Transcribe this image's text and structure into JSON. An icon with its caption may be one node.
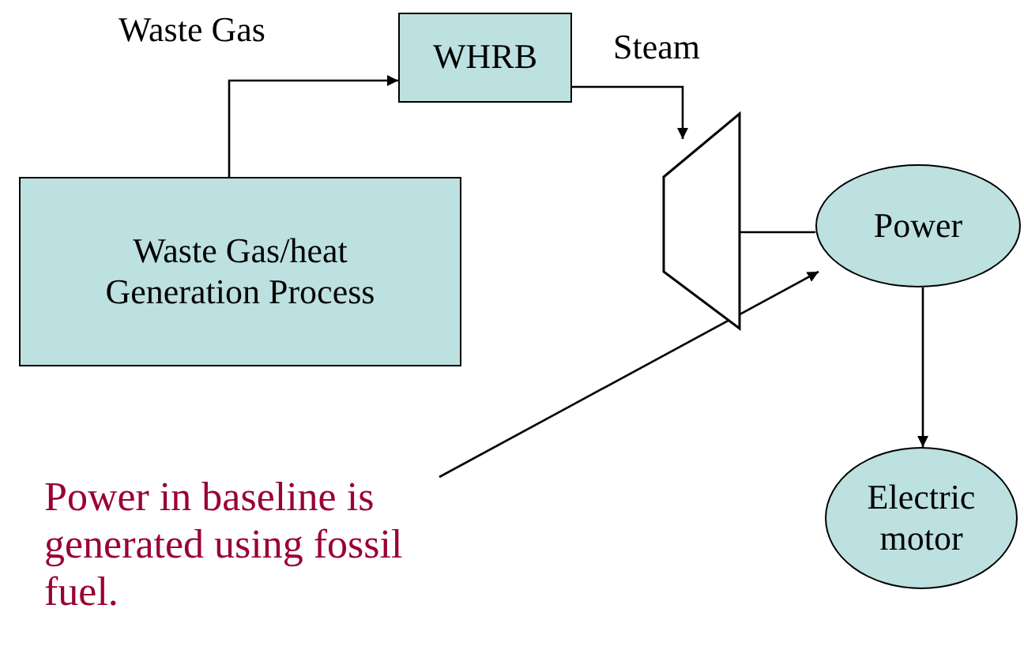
{
  "diagram": {
    "nodes": [
      {
        "text": [
          "Waste Gas/heat Generation Process"
        ]
      },
      {
        "text": [
          "WHRB"
        ]
      },
      {
        "text": [],
        "shape": "trapezoid"
      },
      {
        "text": [
          "Power"
        ]
      },
      {
        "text": [
          "Electric motor"
        ]
      },
      {
        "text": [
          "Power in baseline is generated using fossil fuel."
        ]
      }
    ],
    "edges": [
      {
        "from": 0,
        "to": 1,
        "arrow": "to"
      },
      {
        "from": 1,
        "to": 2,
        "arrow": "to"
      },
      {
        "from": 2,
        "to": 3,
        "arrow": "none"
      },
      {
        "from": 3,
        "to": 4,
        "arrow": "to"
      },
      {
        "from": 5,
        "to": 3,
        "arrow": "to"
      }
    ],
    "labels": [
      "Waste Gas",
      "Steam"
    ]
  }
}
